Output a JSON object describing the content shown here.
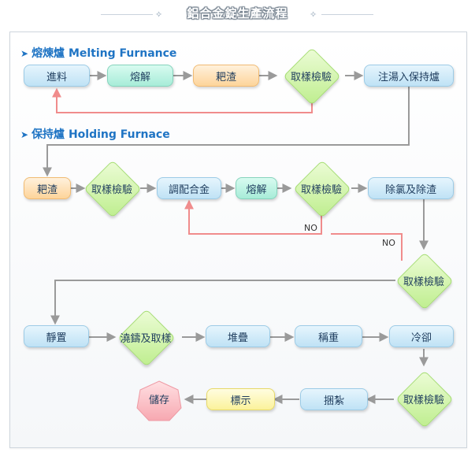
{
  "title": "鋁合金錠生產流程",
  "sections": {
    "melting": {
      "zh": "熔煉爐",
      "en": "Melting Furnance"
    },
    "holding": {
      "zh": "保持爐",
      "en": "Holding Furnace"
    }
  },
  "nodes": {
    "feed": "進料",
    "melt1": "熔解",
    "dross1": "耙渣",
    "sample1": "取樣檢驗",
    "pour_holding": "注湯入保持爐",
    "dross2": "耙渣",
    "sample2": "取樣檢驗",
    "alloy_adjust": "調配合金",
    "melt2": "熔解",
    "sample3": "取樣檢驗",
    "degas_dross": "除氯及除渣",
    "sample4": "取樣檢驗",
    "rest": "靜置",
    "cast_sample": "澆鑄及取樣",
    "stack": "堆疊",
    "weigh": "稱重",
    "cool": "冷卻",
    "sample5": "取樣檢驗",
    "bundle": "捆紮",
    "mark": "標示",
    "store": "儲存"
  },
  "labels": {
    "no1": "NO",
    "no2": "NO"
  },
  "colors": {
    "arrow": "#9a9a9a",
    "return_arrow": "#f08c8c",
    "section_text": "#1f74c4"
  }
}
